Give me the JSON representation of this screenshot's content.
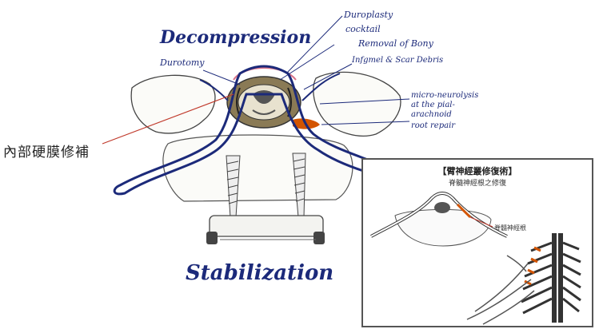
{
  "main_figure": {
    "title": "Decompression",
    "bottom_title": "Stabilization",
    "labels": {
      "durotomy": "Durotomy",
      "duroplasty_1": "Duroplasty",
      "duroplasty_2": "cocktail",
      "removal_1": "Removal of Bony",
      "removal_2": "Infgmel & Scar Debris",
      "micro_1": "micro-neurolysis",
      "micro_2": "at the pial-",
      "micro_3": "arachnoid",
      "micro_4": "root repair",
      "intradural_repair": "內部硬膜修補"
    }
  },
  "inset": {
    "title": "【臂神經叢修復術】",
    "subtitle": "脊髓神經根之修復",
    "root_label": "脊髓神經根"
  },
  "colors": {
    "ink": "#1c2a7a",
    "red": "#c0392b",
    "orange": "#d35400",
    "bone_outline": "#444444"
  }
}
